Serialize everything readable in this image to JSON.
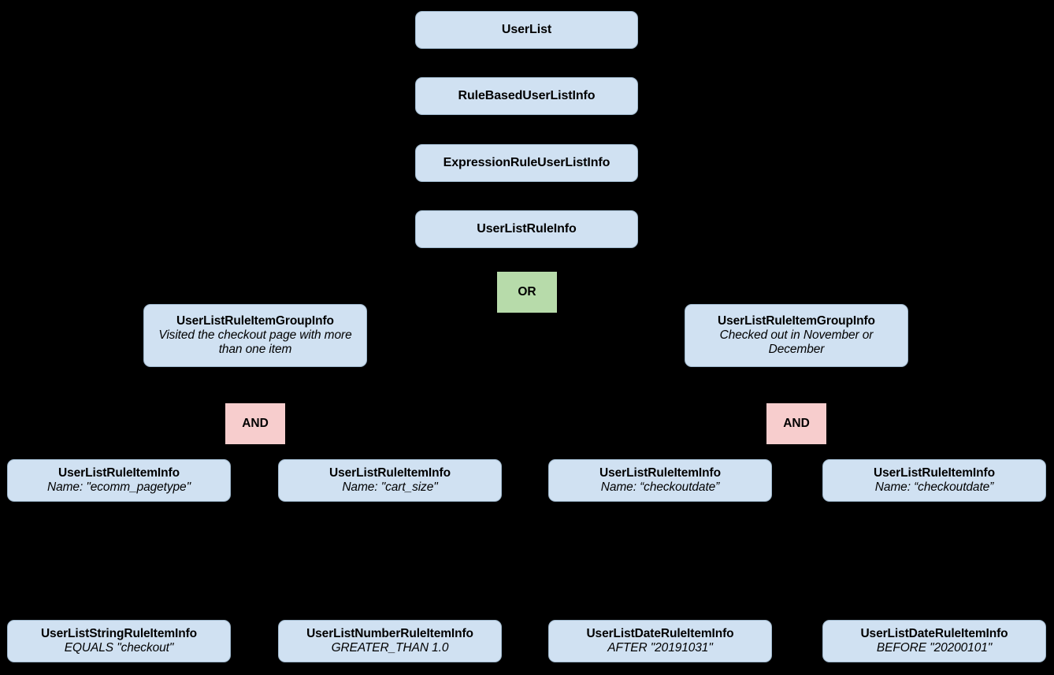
{
  "diagram": {
    "background_color": "#000000",
    "node_color": "#d0e1f2",
    "node_border_color": "#9fb8cd",
    "or_color": "#b7dbaa",
    "and_color": "#f7cdcd",
    "text_color": "#000000",
    "type": "hierarchy-tree"
  },
  "nodes": {
    "user_list": {
      "title": "UserList"
    },
    "rule_based_user_list_info": {
      "title": "RuleBasedUserListInfo"
    },
    "expression_rule_user_list_info": {
      "title": "ExpressionRuleUserListInfo"
    },
    "user_list_rule_info": {
      "title": "UserListRuleInfo"
    },
    "or_operator": {
      "label": "OR"
    },
    "group_left": {
      "title": "UserListRuleItemGroupInfo",
      "subtitle": "Visited the checkout page with more than one item"
    },
    "group_right": {
      "title": "UserListRuleItemGroupInfo",
      "subtitle": "Checked out in November or December"
    },
    "and_operator_left": {
      "label": "AND"
    },
    "and_operator_right": {
      "label": "AND"
    },
    "rule_item_1": {
      "title": "UserListRuleItemInfo",
      "subtitle": "Name: \"ecomm_pagetype\""
    },
    "rule_item_2": {
      "title": "UserListRuleItemInfo",
      "subtitle": "Name: \"cart_size\""
    },
    "rule_item_3": {
      "title": "UserListRuleItemInfo",
      "subtitle": "Name: “checkoutdate”"
    },
    "rule_item_4": {
      "title": "UserListRuleItemInfo",
      "subtitle": "Name: “checkoutdate”"
    },
    "leaf_1": {
      "title": "UserListStringRuleItemInfo",
      "subtitle": "EQUALS \"checkout\""
    },
    "leaf_2": {
      "title": "UserListNumberRuleItemInfo",
      "subtitle": "GREATER_THAN 1.0"
    },
    "leaf_3": {
      "title": "UserListDateRuleItemInfo",
      "subtitle": "AFTER \"20191031\""
    },
    "leaf_4": {
      "title": "UserListDateRuleItemInfo",
      "subtitle": "BEFORE \"20200101\""
    }
  }
}
